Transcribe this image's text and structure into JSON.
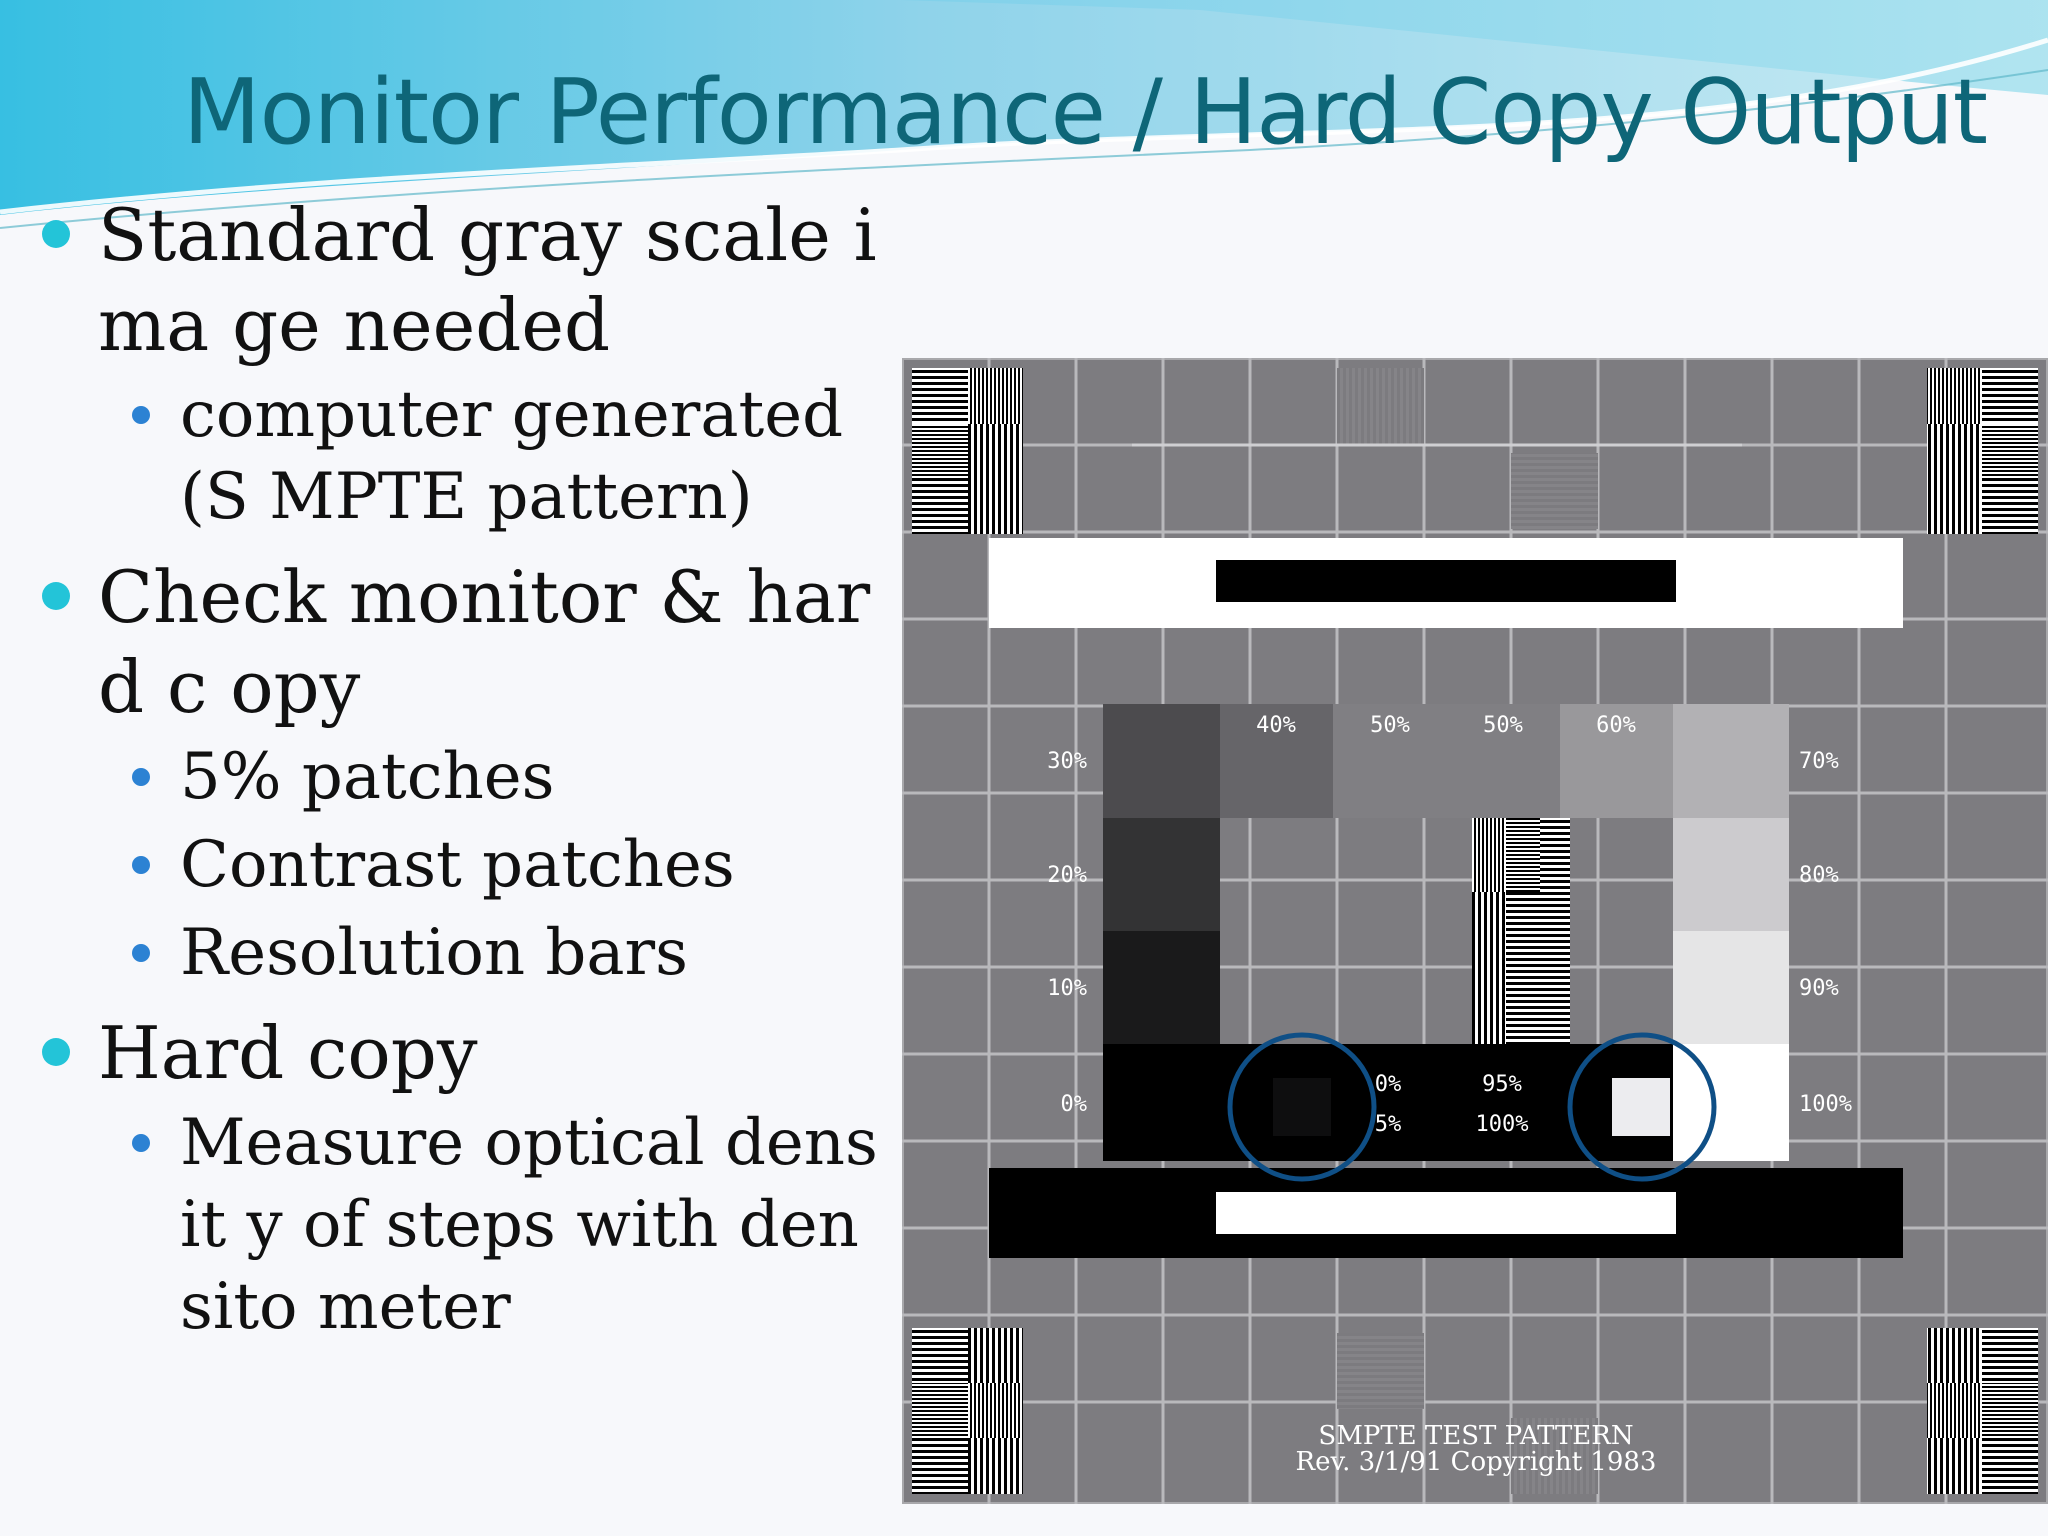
{
  "slide": {
    "title": "Monitor Performance / Hard Copy Output",
    "colors": {
      "title": "#0e6678",
      "bullet_level1": "#23c4d8",
      "bullet_level2": "#2c82d3",
      "annotation_circle": "#0f4f86"
    }
  },
  "bullets": [
    {
      "text": "Standard gray scale ima ge needed",
      "children": [
        {
          "text": "computer generated (S MPTE pattern)"
        }
      ]
    },
    {
      "text": "Check monitor & hard c opy",
      "children": [
        {
          "text": "5% patches"
        },
        {
          "text": "Contrast patches"
        },
        {
          "text": "Resolution bars"
        }
      ]
    },
    {
      "text": "Hard copy",
      "children": [
        {
          "text": "Measure optical densit y of steps with densito meter"
        }
      ]
    }
  ],
  "test_pattern": {
    "patch_labels": {
      "p0": "0%",
      "p10": "10%",
      "p20": "20%",
      "p30": "30%",
      "p40": "40%",
      "p50a": "50%",
      "p50b": "50%",
      "p60": "60%",
      "p70": "70%",
      "p80": "80%",
      "p90": "90%",
      "p100": "100%"
    },
    "contrast_labels": {
      "c0": "0%",
      "c5": "5%",
      "c95": "95%",
      "c100": "100%"
    },
    "caption_line1": "SMPTE TEST PATTERN",
    "caption_line2": "Rev. 3/1/91 Copyright 1983"
  }
}
